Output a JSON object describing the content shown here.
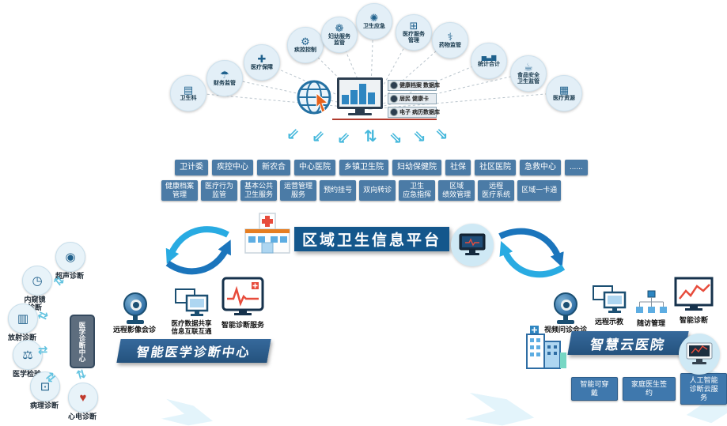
{
  "colors": {
    "cyan": "#29abe2",
    "deep_blue": "#1b75bc",
    "button_blue": "#4b7ba6",
    "banner_blue": "#14578c"
  },
  "platform": {
    "title": "区域卫生信息平台"
  },
  "top_ring": {
    "items": [
      {
        "label": "卫生科",
        "glyph": "▤"
      },
      {
        "label": "财务监管",
        "glyph": "☂"
      },
      {
        "label": "医疗保障",
        "glyph": "✚"
      },
      {
        "label": "疾控控制",
        "glyph": "⚙"
      },
      {
        "label": "妇幼服务\n监管",
        "glyph": "❁"
      },
      {
        "label": "卫生应急",
        "glyph": "✺"
      },
      {
        "label": "医疗服务\n管理",
        "glyph": "⊞"
      },
      {
        "label": "药物监管",
        "glyph": "⚕"
      },
      {
        "label": "统计合计",
        "glyph": "▅▃▆"
      },
      {
        "label": "食品安全\n卫生监管",
        "glyph": "☕"
      },
      {
        "label": "医疗资源",
        "glyph": "▦"
      }
    ]
  },
  "hub": {
    "databases": [
      {
        "label": "健康档案 数据库"
      },
      {
        "label": "居民 健康卡"
      },
      {
        "label": "电子 病历数据库"
      }
    ]
  },
  "org_row": {
    "items": [
      {
        "label": "卫计委"
      },
      {
        "label": "疾控中心"
      },
      {
        "label": "新农合"
      },
      {
        "label": "中心医院"
      },
      {
        "label": "乡镇卫生院"
      },
      {
        "label": "妇幼保健院"
      },
      {
        "label": "社保"
      },
      {
        "label": "社区医院"
      },
      {
        "label": "急救中心"
      },
      {
        "label": "......"
      }
    ]
  },
  "service_row": {
    "items": [
      {
        "label": "健康档案\n管理"
      },
      {
        "label": "医疗行为\n监管"
      },
      {
        "label": "基本公共\n卫生服务"
      },
      {
        "label": "运营管理\n服务"
      },
      {
        "label": "预约挂号"
      },
      {
        "label": "双向转诊"
      },
      {
        "label": "卫生\n应急指挥"
      },
      {
        "label": "区域\n绩效管理"
      },
      {
        "label": "远程\n医疗系统"
      },
      {
        "label": "区域一卡通"
      }
    ]
  },
  "diagnosis_center": {
    "title": "智能医学诊断中心",
    "hub_label": "医学诊断中心",
    "satellites": [
      {
        "label": "超声诊断",
        "glyph": "◉"
      },
      {
        "label": "内窥镜\n诊断",
        "glyph": "◷"
      },
      {
        "label": "放射诊断",
        "glyph": "▥"
      },
      {
        "label": "医学检验",
        "glyph": "⚖"
      },
      {
        "label": "病理诊断",
        "glyph": "⊡"
      },
      {
        "label": "心电诊断",
        "glyph": "♥"
      }
    ],
    "services": [
      {
        "label": "远程影像会诊"
      },
      {
        "label": "医疗数据共享\n信息互联互通"
      },
      {
        "label": "智能诊断服务"
      }
    ]
  },
  "cloud_hospital": {
    "title": "智慧云医院",
    "services": [
      {
        "label": "视频问诊会诊"
      },
      {
        "label": "远程示教"
      },
      {
        "label": "随访管理"
      },
      {
        "label": "智能诊断"
      }
    ],
    "buttons": [
      {
        "label": "智能可穿戴"
      },
      {
        "label": "家庭医生签约"
      },
      {
        "label": "人工智能\n诊断云服务"
      }
    ]
  }
}
